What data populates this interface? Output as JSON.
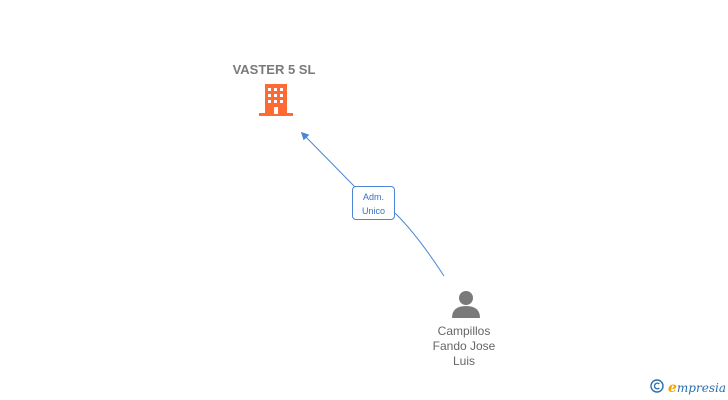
{
  "company": {
    "name": "VASTER 5 SL",
    "icon": "building-icon",
    "icon_color": "#ff6a33"
  },
  "relation": {
    "label_line1": "Adm.",
    "label_line2": "Unico",
    "edge_color": "#4a86d4"
  },
  "person": {
    "name_line1": "Campillos",
    "name_line2": "Fando Jose",
    "name_line3": "Luis",
    "icon": "person-icon",
    "icon_color": "#7a7a7a"
  },
  "brand": {
    "copyright_symbol": "©",
    "initial": "e",
    "rest": "mpresia",
    "icon": "copyright-icon"
  }
}
